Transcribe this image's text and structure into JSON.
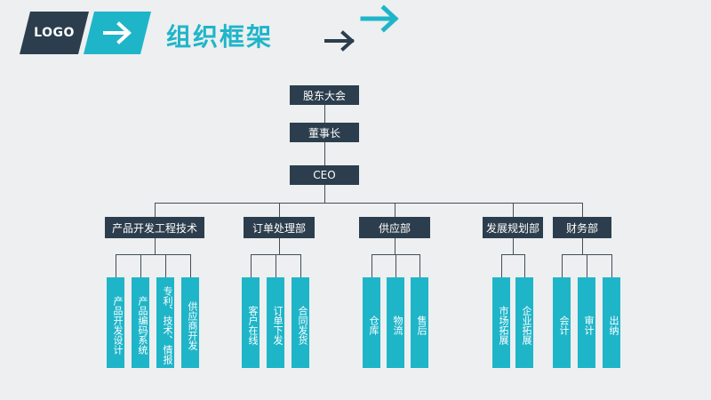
{
  "header": {
    "logo_label": "LOGO",
    "title": "组织框架"
  },
  "colors": {
    "dark": "#2c3e4d",
    "accent": "#1fb5c9",
    "background": "#edeff0",
    "connector": "#444f57"
  },
  "icons": [
    "arrow-right-icon"
  ],
  "org": {
    "top": [
      "股东大会",
      "董事长",
      "CEO"
    ],
    "departments": [
      {
        "name": "产品开发工程技术",
        "children": [
          "产品开发设计",
          "产品编码系统",
          "专利、技术、情报",
          "供应商开发"
        ]
      },
      {
        "name": "订单处理部",
        "children": [
          "客户在线",
          "订单下发",
          "合同发货"
        ]
      },
      {
        "name": "供应部",
        "children": [
          "仓库",
          "物流",
          "售后"
        ]
      },
      {
        "name": "发展规划部",
        "children": [
          "市场拓展",
          "企业拓展"
        ]
      },
      {
        "name": "财务部",
        "children": [
          "会计",
          "审计",
          "出纳"
        ]
      }
    ]
  }
}
